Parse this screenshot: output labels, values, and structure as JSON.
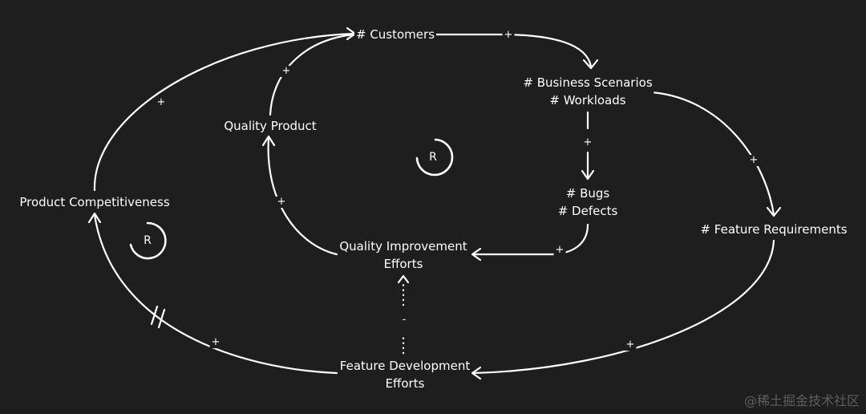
{
  "colors": {
    "background": "#1e1e1e",
    "foreground": "#ffffff",
    "watermark": "#6a6a6a"
  },
  "nodes": {
    "customers": "# Customers",
    "business_scenarios": [
      "# Business Scenarios",
      "# Workloads"
    ],
    "bugs": [
      "# Bugs",
      "# Defects"
    ],
    "feature_requirements": "# Feature Requirements",
    "quality_product": "Quality Product",
    "product_competitiveness": "Product Competitiveness",
    "quality_improvement": [
      "Quality Improvement",
      "Efforts"
    ],
    "feature_development": [
      "Feature Development",
      "Efforts"
    ]
  },
  "edges": [
    {
      "from": "customers",
      "to": "business_scenarios",
      "polarity": "+"
    },
    {
      "from": "business_scenarios",
      "to": "bugs",
      "polarity": "+"
    },
    {
      "from": "bugs",
      "to": "quality_improvement",
      "polarity": "+"
    },
    {
      "from": "quality_improvement",
      "to": "quality_product",
      "polarity": "+"
    },
    {
      "from": "quality_product",
      "to": "customers",
      "polarity": "+"
    },
    {
      "from": "business_scenarios",
      "to": "feature_requirements",
      "polarity": "+"
    },
    {
      "from": "feature_requirements",
      "to": "feature_development",
      "polarity": "+"
    },
    {
      "from": "feature_development",
      "to": "product_competitiveness",
      "polarity": "+",
      "delay": true
    },
    {
      "from": "product_competitiveness",
      "to": "customers",
      "polarity": "+"
    },
    {
      "from": "feature_development",
      "to": "quality_improvement",
      "polarity": "-",
      "style": "dotted"
    }
  ],
  "loops": [
    {
      "id": "inner",
      "label": "R"
    },
    {
      "id": "outer",
      "label": "R"
    }
  ],
  "watermark": "@稀土掘金技术社区"
}
